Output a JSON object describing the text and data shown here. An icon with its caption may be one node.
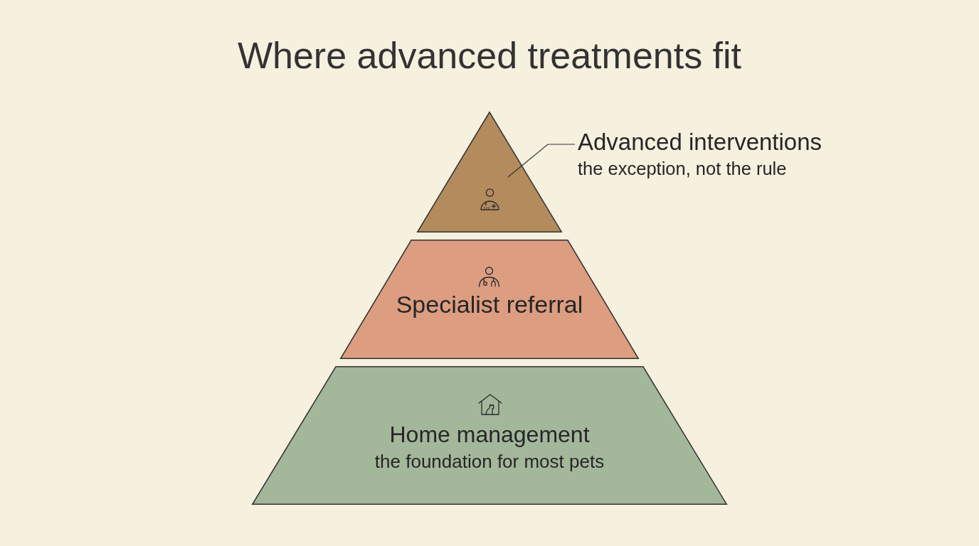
{
  "diagram": {
    "title": "Where advanced treatments fit",
    "nodes": [
      {
        "text": [],
        "shape": "triangle"
      },
      {
        "text": [
          "Advanced interventions",
          "the exception, not the rule"
        ]
      },
      {
        "text": [
          "Specialist referral"
        ]
      },
      {
        "text": [
          "Home management",
          "the foundation for most pets"
        ]
      }
    ],
    "edges": [
      {
        "from": 1,
        "to": 0,
        "arrow": "none"
      }
    ]
  }
}
